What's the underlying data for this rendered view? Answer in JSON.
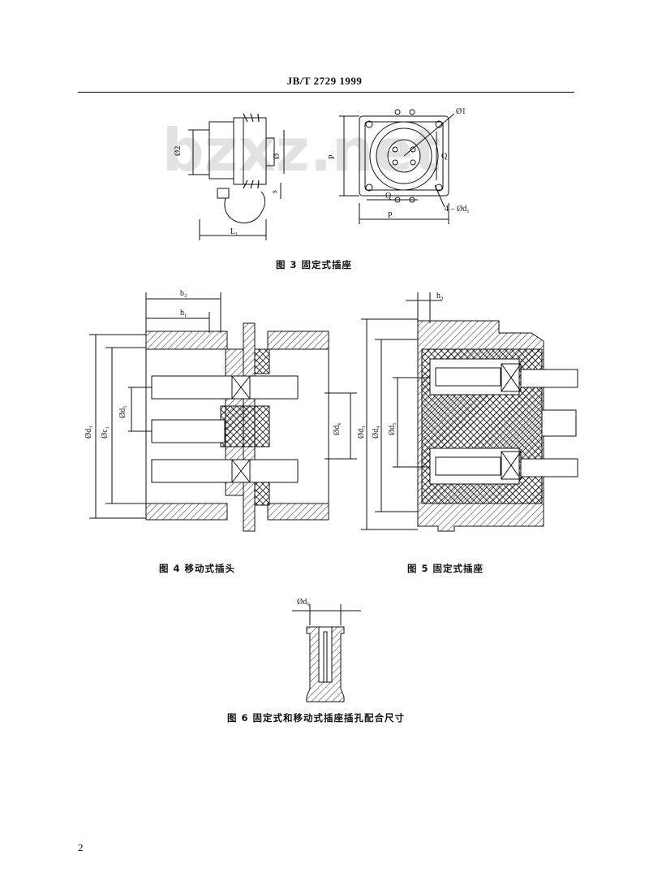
{
  "header": {
    "standard": "JB/T 2729 1999"
  },
  "watermark": "bzxz.net",
  "figures": {
    "fig3": {
      "caption": "图 3  固定式插座",
      "labels": {
        "d2": "Ø2",
        "d": "Ø",
        "s": "s",
        "l1": "L₁",
        "p": "P",
        "q": "Q",
        "d1": "Ø1",
        "holes": "4 – Ød₁"
      }
    },
    "fig4": {
      "caption": "图 4 移动式插头",
      "labels": {
        "b2": "b₂",
        "h1": "h₁",
        "d3": "Ød₃",
        "c1": "Øc₁",
        "d5": "Ød₅",
        "d6": "Ød₆"
      }
    },
    "fig5": {
      "caption": "图 5 固定式插座",
      "labels": {
        "h3": "h₃",
        "d3": "Ød₃",
        "d4": "Ød₄",
        "d5": "Ød₅"
      }
    },
    "fig6": {
      "caption": "图 6  固定式和移动式插座插孔配合尺寸",
      "labels": {
        "d9": "Ød₉"
      }
    }
  },
  "page_number": "2"
}
